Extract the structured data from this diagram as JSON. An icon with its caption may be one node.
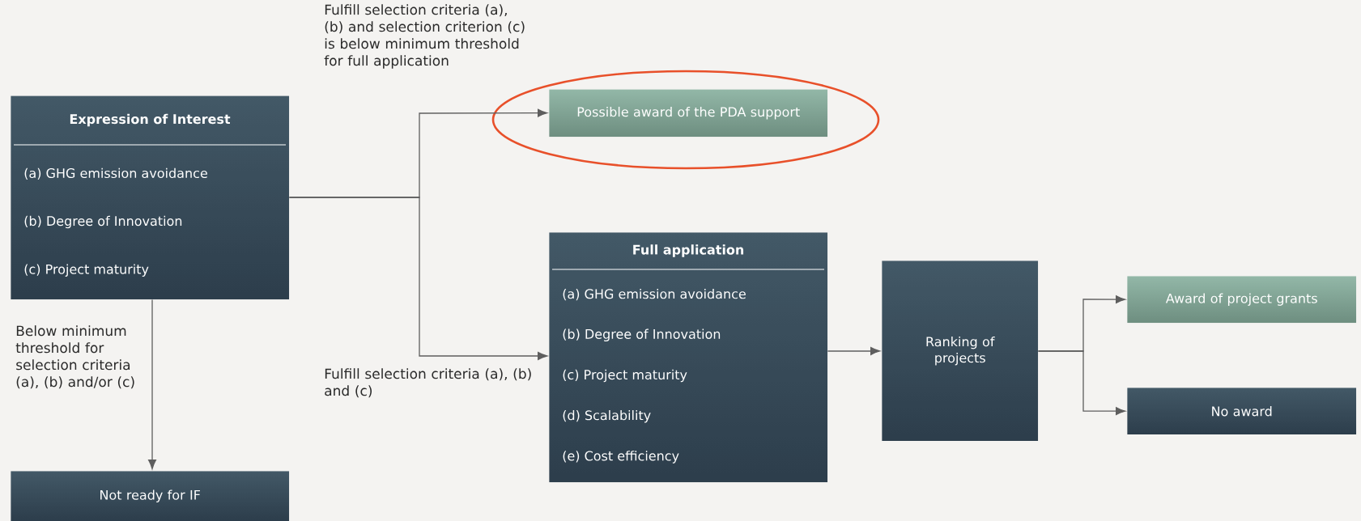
{
  "diagram": {
    "nodes": [
      {
        "text": [
          "Expression of Interest",
          "(a) GHG emission avoidance",
          "(b) Degree of Innovation",
          "(c) Project maturity"
        ]
      },
      {
        "text": [
          "Possible award of the PDA support"
        ]
      },
      {
        "text": [
          "Full application",
          "(a) GHG emission avoidance",
          "(b) Degree of Innovation",
          "(c) Project maturity",
          "(d) Scalability",
          "(e) Cost efficiency"
        ]
      },
      {
        "text": [
          "Ranking of projects"
        ]
      },
      {
        "text": [
          "Award of project grants"
        ]
      },
      {
        "text": [
          "No award"
        ]
      },
      {
        "text": [
          "Not ready for IF"
        ]
      }
    ],
    "edges": [
      {
        "from": 0,
        "to": 1,
        "arrow": "to",
        "label": "Fulfill selection criteria (a), (b) and selection criterion (c) is below minimum threshold for full application"
      },
      {
        "from": 0,
        "to": 2,
        "arrow": "to",
        "label": "Fulfill selection criteria (a), (b) and (c)"
      },
      {
        "from": 0,
        "to": 6,
        "arrow": "to",
        "label": "Below minimum threshold for selection criteria (a), (b) and/or (c)"
      },
      {
        "from": 2,
        "to": 3,
        "arrow": "to"
      },
      {
        "from": 3,
        "to": 4,
        "arrow": "to"
      },
      {
        "from": 3,
        "to": 5,
        "arrow": "to"
      }
    ]
  }
}
